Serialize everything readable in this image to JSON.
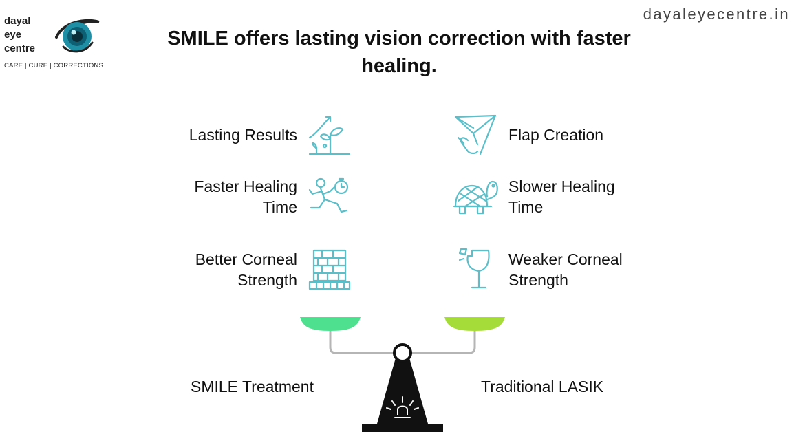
{
  "brand": {
    "line1": "dayal",
    "line2": "eye",
    "line3": "centre",
    "tagline": "CARE | CURE | CORRECTIONS",
    "website": "dayaleyecentre.in"
  },
  "title": "SMILE offers lasting vision correction with faster healing.",
  "colors": {
    "icon": "#5bbfc9",
    "smile_pan": "#4fe08f",
    "lasik_pan": "#a6dc3a",
    "fulcrum": "#111111",
    "beam": "#b5b5b5"
  },
  "left": {
    "label": "SMILE Treatment",
    "items": [
      {
        "line1": "Lasting Results",
        "line2": "",
        "icon": "growing-plant-icon"
      },
      {
        "line1": "Faster Healing",
        "line2": "Time",
        "icon": "running-stopwatch-icon"
      },
      {
        "line1": "Better Corneal",
        "line2": "Strength",
        "icon": "brick-wall-icon"
      }
    ]
  },
  "right": {
    "label": "Traditional LASIK",
    "items": [
      {
        "line1": "Flap Creation",
        "line2": "",
        "icon": "paper-plane-hand-icon"
      },
      {
        "line1": "Slower Healing",
        "line2": "Time",
        "icon": "turtle-icon"
      },
      {
        "line1": "Weaker Corneal",
        "line2": "Strength",
        "icon": "broken-glass-icon"
      }
    ]
  }
}
